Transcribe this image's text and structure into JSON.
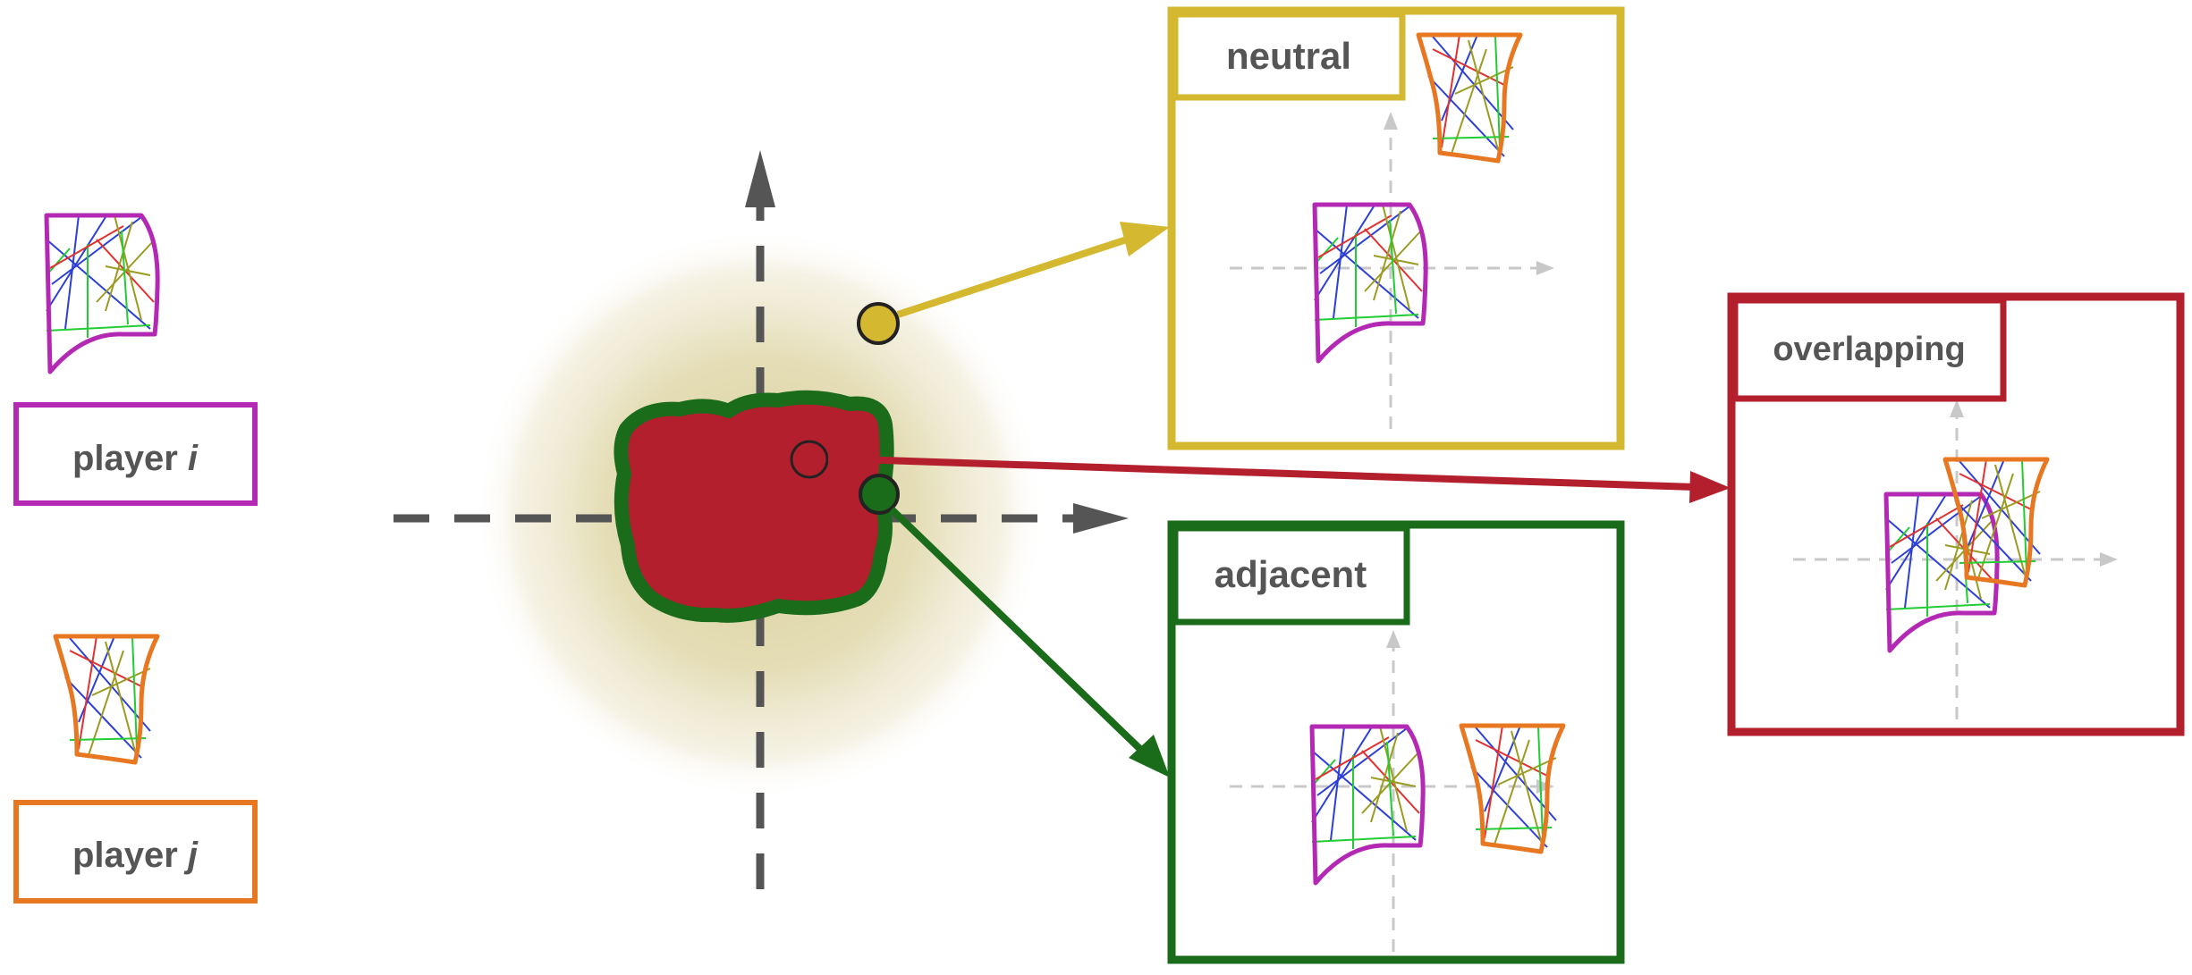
{
  "players": {
    "i": {
      "prefix": "player ",
      "var": "i",
      "color": "#b429b4"
    },
    "j": {
      "prefix": "player ",
      "var": "j",
      "color": "#e87722"
    }
  },
  "cases": {
    "neutral": {
      "label": "neutral",
      "color": "#d4b830"
    },
    "adjacent": {
      "label": "adjacent",
      "color": "#1a6b1a"
    },
    "overlapping": {
      "label": "overlapping",
      "color": "#b31f2c"
    }
  },
  "colors": {
    "halo": "#d8cc94",
    "region_fill": "#b31f2c",
    "region_border": "#1a6b1a",
    "axis": "#555555",
    "light_axis": "#c8c8c8"
  },
  "icons": [
    "tile-icon",
    "arrow-icon",
    "axis-icon"
  ]
}
